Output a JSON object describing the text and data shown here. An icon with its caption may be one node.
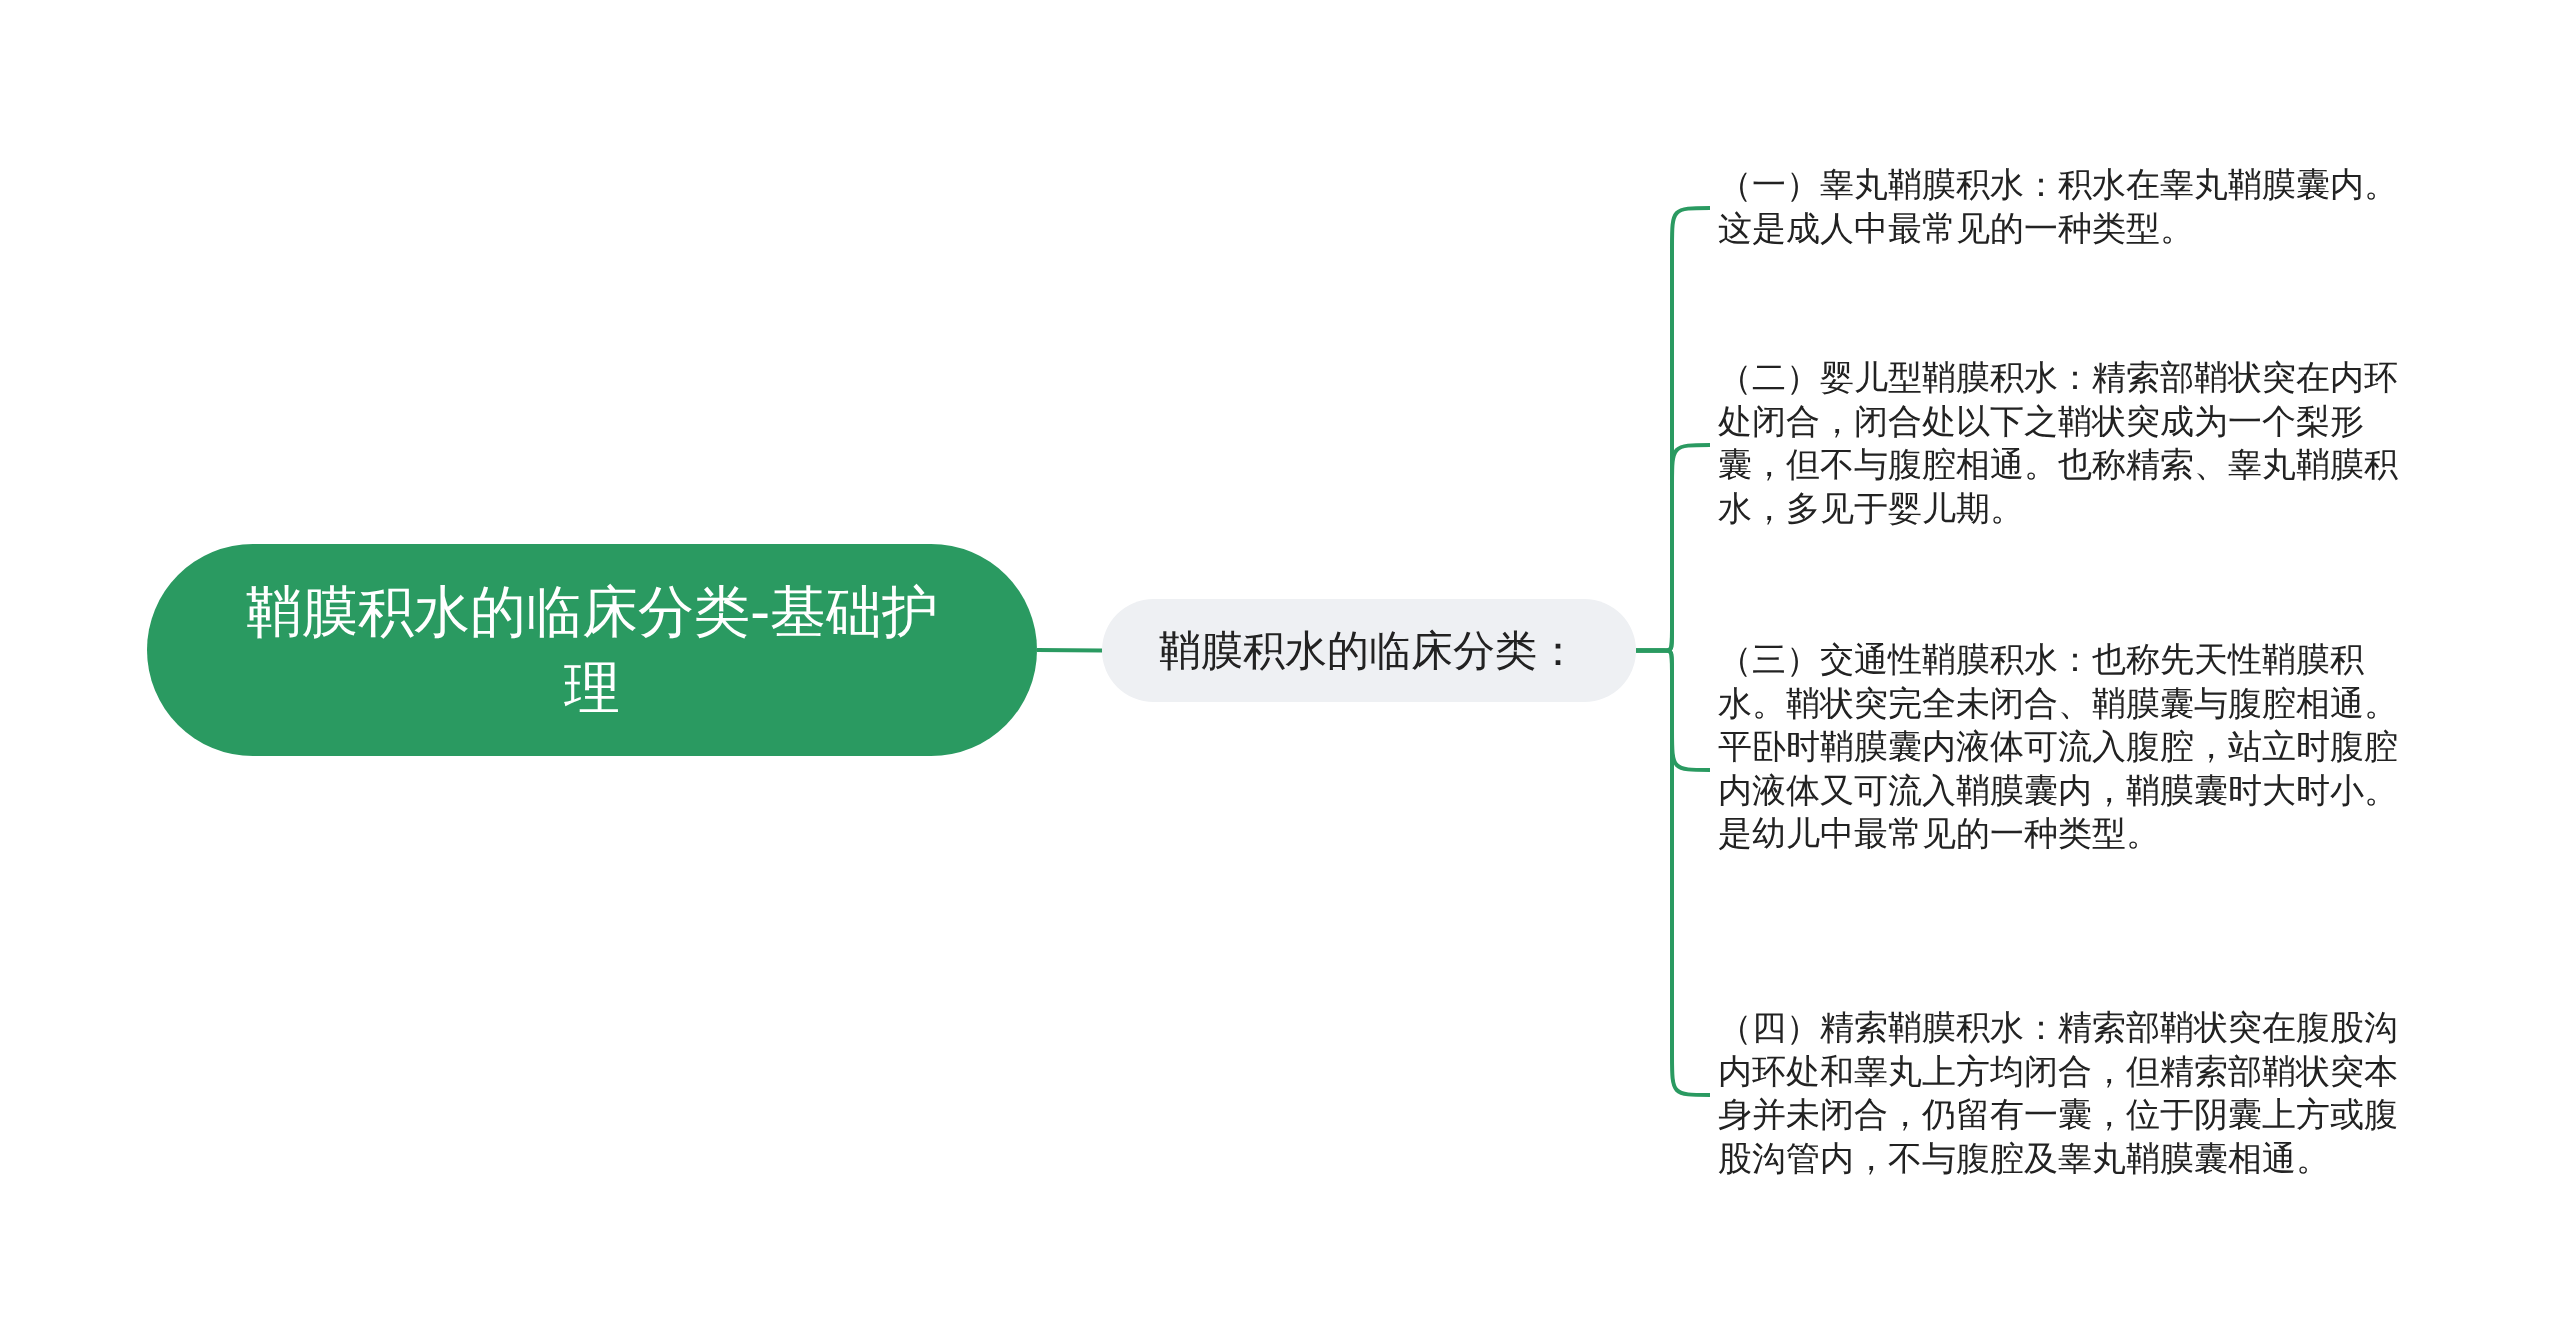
{
  "diagram": {
    "nodes": [
      {
        "text": [
          "鞘膜积水的临床分类-基础护理"
        ]
      },
      {
        "text": [
          "鞘膜积水的临床分类："
        ]
      },
      {
        "text": [
          "（一）睾丸鞘膜积水：积水在睾丸鞘膜囊内。这是成人中最常见的一种类型。"
        ]
      },
      {
        "text": [
          "（二）婴儿型鞘膜积水：精索部鞘状突在内环处闭合，闭合处以下之鞘状突成为一个梨形囊，但不与腹腔相通。也称精索、睾丸鞘膜积水，多见于婴儿期。"
        ]
      },
      {
        "text": [
          "（三）交通性鞘膜积水：也称先天性鞘膜积水。鞘状突完全未闭合、鞘膜囊与腹腔相通。平卧时鞘膜囊内液体可流入腹腔，站立时腹腔内液体又可流入鞘膜囊内，鞘膜囊时大时小。是幼儿中最常见的一种类型。"
        ]
      },
      {
        "text": [
          "（四）精索鞘膜积水：精索部鞘状突在腹股沟内环处和睾丸上方均闭合，但精索部鞘状突本身并未闭合，仍留有一囊，位于阴囊上方或腹股沟管内，不与腹腔及睾丸鞘膜囊相通。"
        ]
      }
    ],
    "edges": [
      {
        "from": 0,
        "to": 1,
        "arrow": "none"
      },
      {
        "from": 1,
        "to": 2,
        "arrow": "none"
      },
      {
        "from": 1,
        "to": 3,
        "arrow": "none"
      },
      {
        "from": 1,
        "to": 4,
        "arrow": "none"
      },
      {
        "from": 1,
        "to": 5,
        "arrow": "none"
      }
    ]
  }
}
